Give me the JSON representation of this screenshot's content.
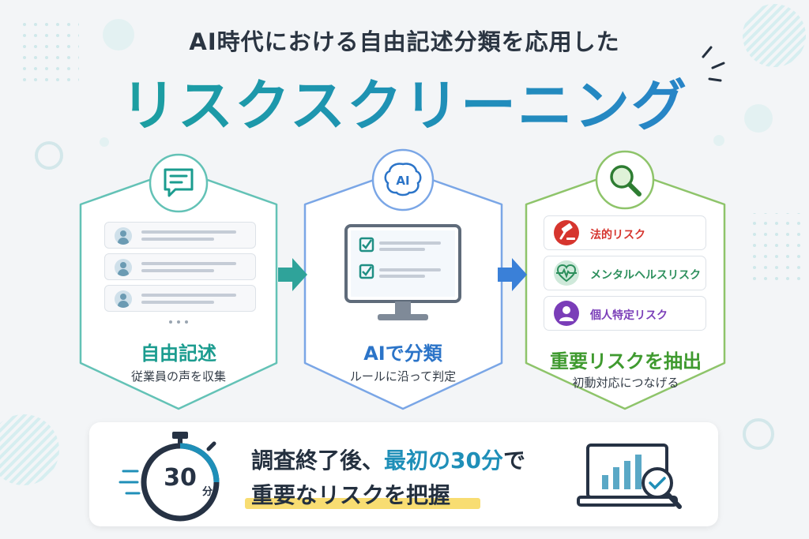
{
  "header": {
    "subtitle": "AI時代における自由記述分類を応用した",
    "title": "リスクスクリーニング"
  },
  "steps": [
    {
      "label": "自由記述",
      "sub": "従業員の声を収集",
      "icon": "chat-bubble-icon",
      "color": "#1b9c8f"
    },
    {
      "label": "AIで分類",
      "sub": "ルールに沿って判定",
      "icon": "ai-brain-icon",
      "icon_text": "AI",
      "color": "#2b74c8"
    },
    {
      "label": "重要リスクを抽出",
      "sub": "初動対応につなげる",
      "icon": "magnifier-icon",
      "color": "#3f9a2f"
    }
  ],
  "risks": [
    {
      "label": "法的リスク",
      "icon": "gavel-icon",
      "color": "#d6352e"
    },
    {
      "label": "メンタルヘルスリスク",
      "icon": "heartbeat-icon",
      "color": "#2c8f5c"
    },
    {
      "label": "個人特定リスク",
      "icon": "person-icon",
      "color": "#7a3db8"
    }
  ],
  "bottom": {
    "line1_prefix": "調査終了後、",
    "line1_highlight": "最初の30分",
    "line1_suffix": "で",
    "line2": "重要なリスクを把握",
    "timer_value": "30",
    "timer_unit": "分"
  },
  "colors": {
    "teal": "#1b9c8f",
    "blue": "#2b74c8",
    "green": "#3f9a2f",
    "highlight": "#f8dd72"
  }
}
